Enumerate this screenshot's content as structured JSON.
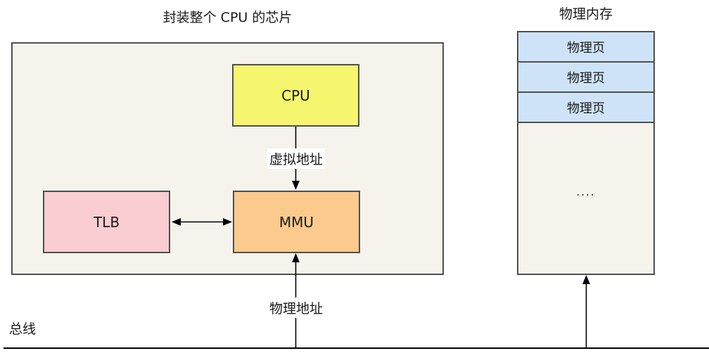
{
  "diagram": {
    "chip": {
      "title": "封装整个 CPU 的芯片",
      "cpu_label": "CPU",
      "tlb_label": "TLB",
      "mmu_label": "MMU"
    },
    "labels": {
      "virtual_address": "虚拟地址",
      "physical_address": "物理地址",
      "bus": "总线"
    },
    "memory": {
      "title": "物理内存",
      "pages": [
        "物理页",
        "物理页",
        "物理页"
      ],
      "ellipsis": "...."
    },
    "colors": {
      "chip_fill": "#f6f3ec",
      "cpu_fill": "#f5f56e",
      "tlb_fill": "#f9cdd1",
      "mmu_fill": "#fcca8d",
      "memory_fill": "#f6f3ec",
      "page_fill": "#cfe3f8",
      "border": "#4f4f4f",
      "line": "#000000"
    }
  }
}
